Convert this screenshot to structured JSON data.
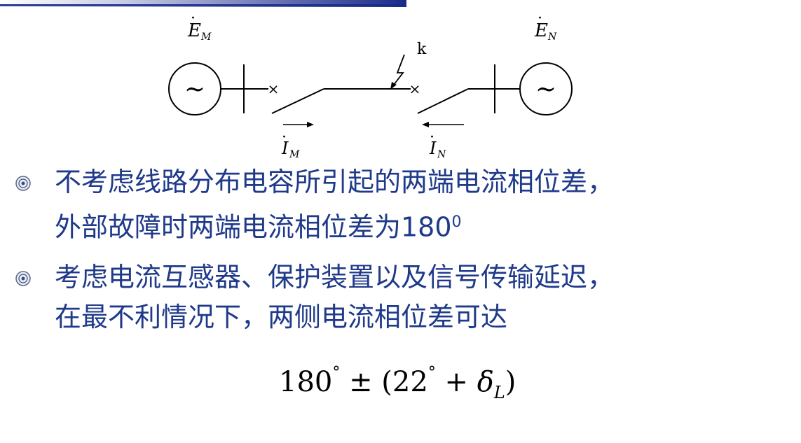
{
  "diagram": {
    "source_m_label": {
      "base": "E",
      "dot": "·",
      "sub": "M"
    },
    "source_n_label": {
      "base": "E",
      "dot": "·",
      "sub": "N"
    },
    "current_m_label": {
      "base": "I",
      "dot": "·",
      "sub": "M"
    },
    "current_n_label": {
      "base": "I",
      "dot": "·",
      "sub": "N"
    },
    "fault_label": "k",
    "source_symbol": "~",
    "breaker_symbol": "×"
  },
  "bullets": [
    {
      "lines": [
        "不考虑线路分布电容所引起的两端电流相位差，"
      ],
      "line2_text": "外部故障时两端电流相位差为180",
      "line2_sup": "0"
    },
    {
      "lines": [
        "考虑电流互感器、保护装置以及信号传输延迟，",
        "在最不利情况下，两侧电流相位差可达"
      ]
    }
  ],
  "formula": {
    "base": "180",
    "deg1": "°",
    "pm": " ± (22",
    "deg2": "°",
    "plus": " + ",
    "delta": "δ",
    "sub": "L",
    "close": ")"
  }
}
